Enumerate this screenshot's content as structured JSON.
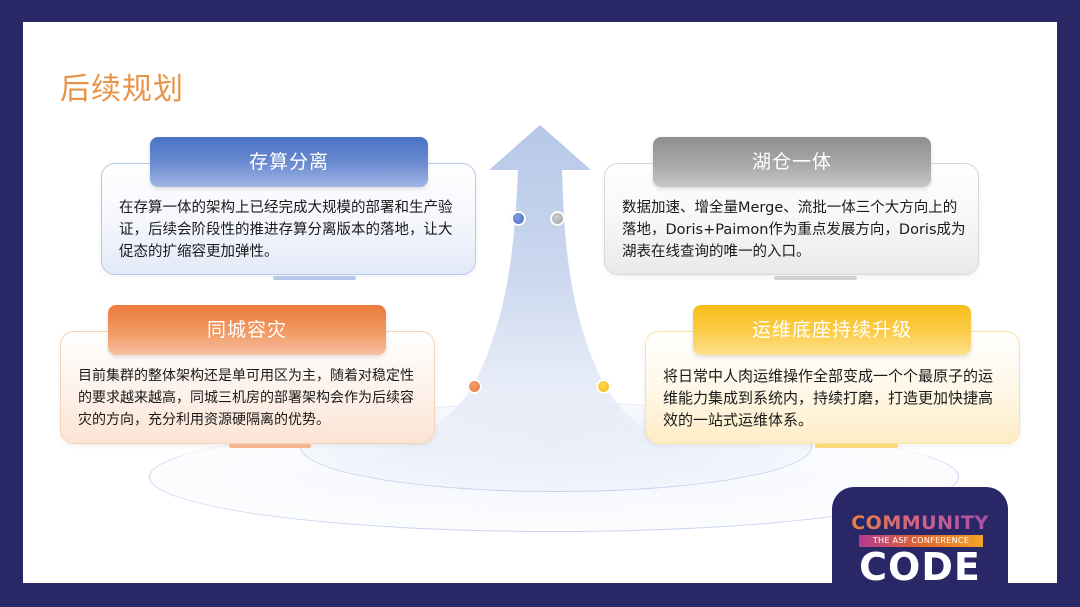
{
  "slide": {
    "title": "后续规划"
  },
  "cards": [
    {
      "id": "compute-storage-separation",
      "title": "存算分离",
      "text": "在存算一体的架构上已经完成大规模的部署和生产验证，后续会阶段性的推进存算分离版本的落地，让大促态的扩缩容更加弹性。",
      "accent": "#4a72c4"
    },
    {
      "id": "lakehouse",
      "title": "湖仓一体",
      "text": "数据加速、增全量Merge、流批一体三个大方向上的落地，Doris+Paimon作为重点发展方向，Doris成为湖表在线查询的唯一的入口。",
      "accent": "#9a9a9a"
    },
    {
      "id": "same-city-dr",
      "title": "同城容灾",
      "text": "目前集群的整体架构还是单可用区为主，随着对稳定性的要求越来越高，同城三机房的部署架构会作为后续容灾的方向，充分利用资源硬隔离的优势。",
      "accent": "#ec7b3a"
    },
    {
      "id": "ops-upgrade",
      "title": "运维底座持续升级",
      "text": "将日常中人肉运维操作全部变成一个个最原子的运维能力集成到系统内，持续打磨，打造更加快捷高效的一站式运维体系。",
      "accent": "#f8bd18"
    }
  ],
  "logo": {
    "line1": "COMMUNITY",
    "line2": "THE ASF CONFERENCE",
    "line3": "CODE"
  },
  "colors": {
    "frame": "#2a2767",
    "title": "#e8934a",
    "blue": "#4a72c4",
    "gray": "#9a9a9a",
    "orange": "#ec7b3a",
    "yellow": "#f8bd18"
  }
}
